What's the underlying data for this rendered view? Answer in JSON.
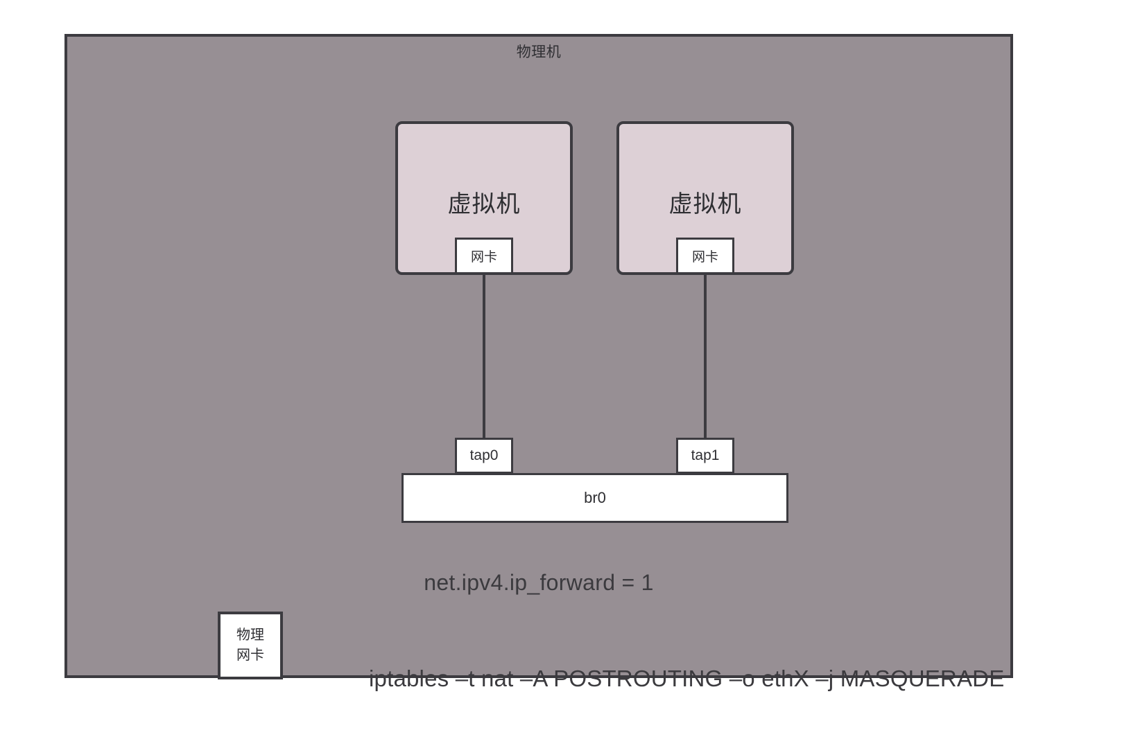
{
  "diagram": {
    "host": {
      "title": "物理机",
      "fill_color": "#978f94",
      "border_color": "#3c3b40"
    },
    "vms": [
      {
        "label": "虚拟机",
        "nic_label": "网卡",
        "tap_label": "tap0",
        "fill_color": "#ddd0d6"
      },
      {
        "label": "虚拟机",
        "nic_label": "网卡",
        "tap_label": "tap1",
        "fill_color": "#ddd0d6"
      }
    ],
    "bridge": {
      "label": "br0",
      "fill_color": "#ffffff"
    },
    "sysctl": {
      "text": "net.ipv4.ip_forward = 1"
    },
    "physical_nic": {
      "line1": "物理",
      "line2": "网卡"
    },
    "iptables": {
      "command": "iptables –t nat –A POSTROUTING –o ethX –j MASQUERADE"
    }
  }
}
